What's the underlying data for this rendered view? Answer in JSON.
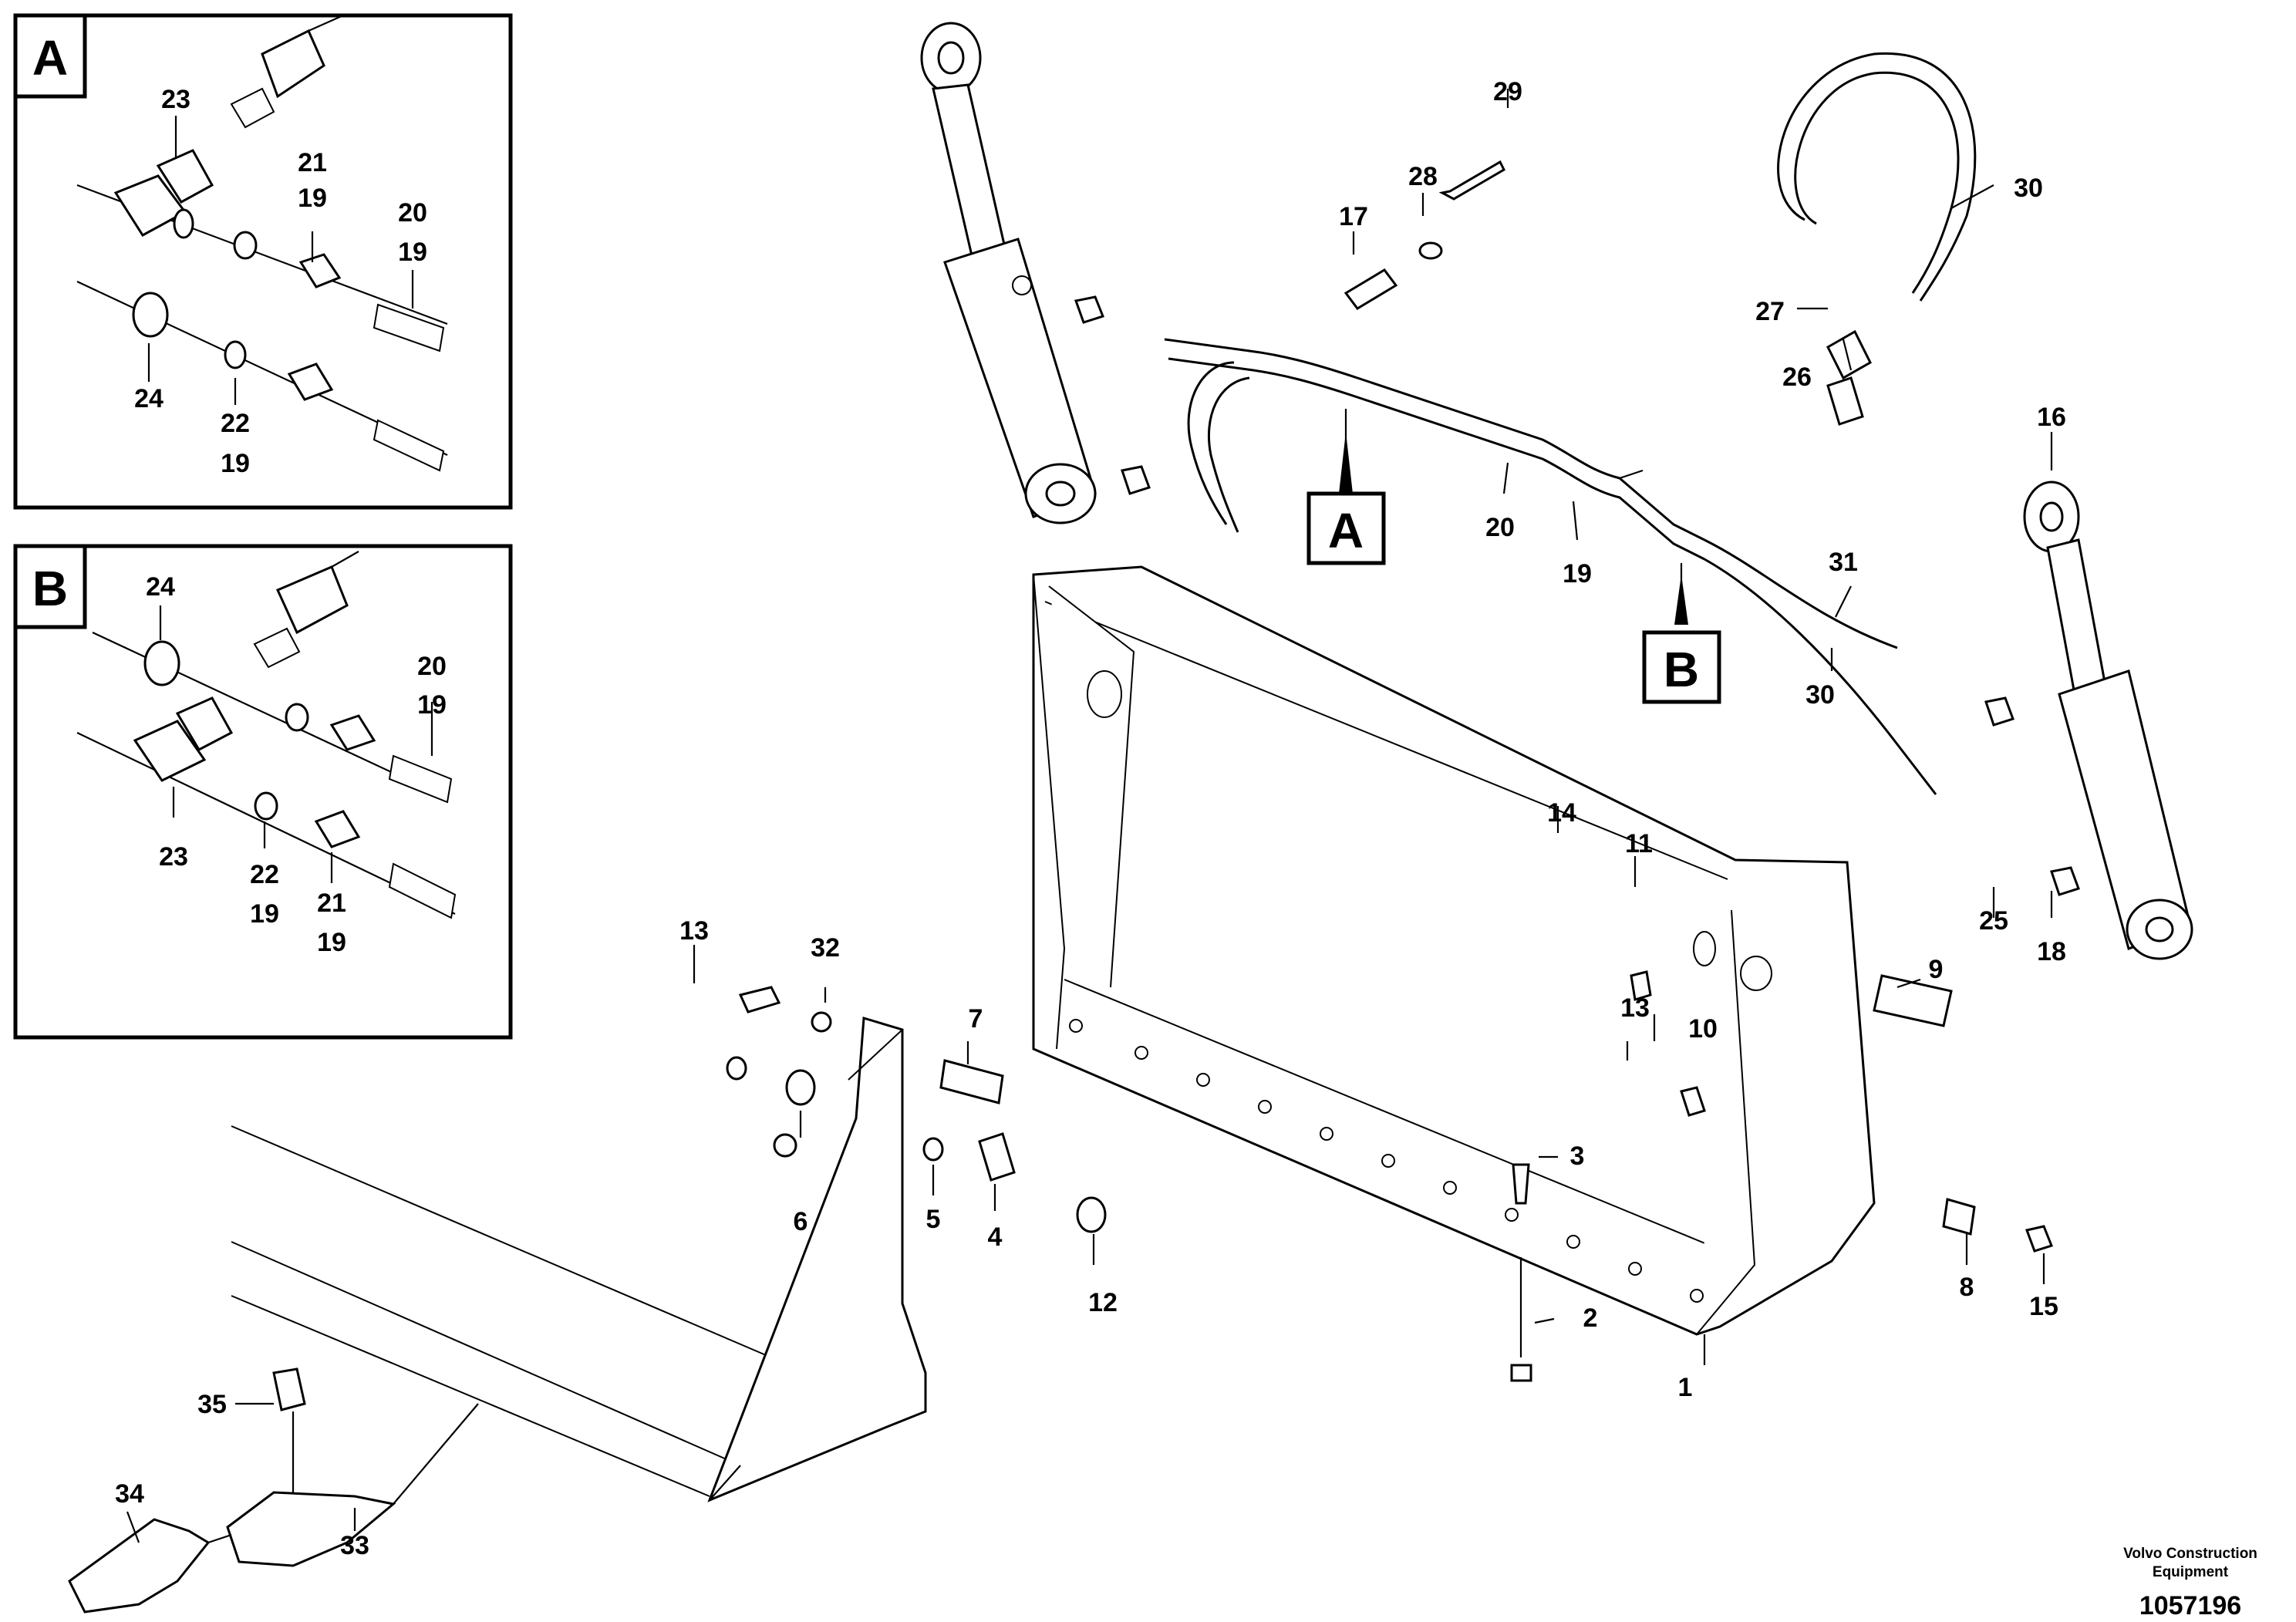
{
  "detail_boxes": {
    "a": {
      "letter": "A",
      "labels": [
        "23",
        "21",
        "19",
        "20",
        "19",
        "24",
        "22",
        "19"
      ]
    },
    "b": {
      "letter": "B",
      "labels": [
        "24",
        "20",
        "19",
        "23",
        "22",
        "19",
        "21",
        "19"
      ]
    }
  },
  "markers": {
    "a": "A",
    "b": "B"
  },
  "callouts": {
    "c1": "1",
    "c2": "2",
    "c3": "3",
    "c4": "4",
    "c5": "5",
    "c6": "6",
    "c7": "7",
    "c8": "8",
    "c9": "9",
    "c10": "10",
    "c11": "11",
    "c12": "12",
    "c13a": "13",
    "c13b": "13",
    "c14": "14",
    "c15": "15",
    "c16": "16",
    "c17": "17",
    "c18": "18",
    "c19": "19",
    "c20": "20",
    "c25": "25",
    "c26": "26",
    "c27": "27",
    "c28": "28",
    "c29": "29",
    "c30a": "30",
    "c30b": "30",
    "c31": "31",
    "c32": "32",
    "c33": "33",
    "c34": "34",
    "c35": "35"
  },
  "footer": {
    "credit_line1": "Volvo Construction",
    "credit_line2": "Equipment",
    "doc_number": "1057196"
  }
}
